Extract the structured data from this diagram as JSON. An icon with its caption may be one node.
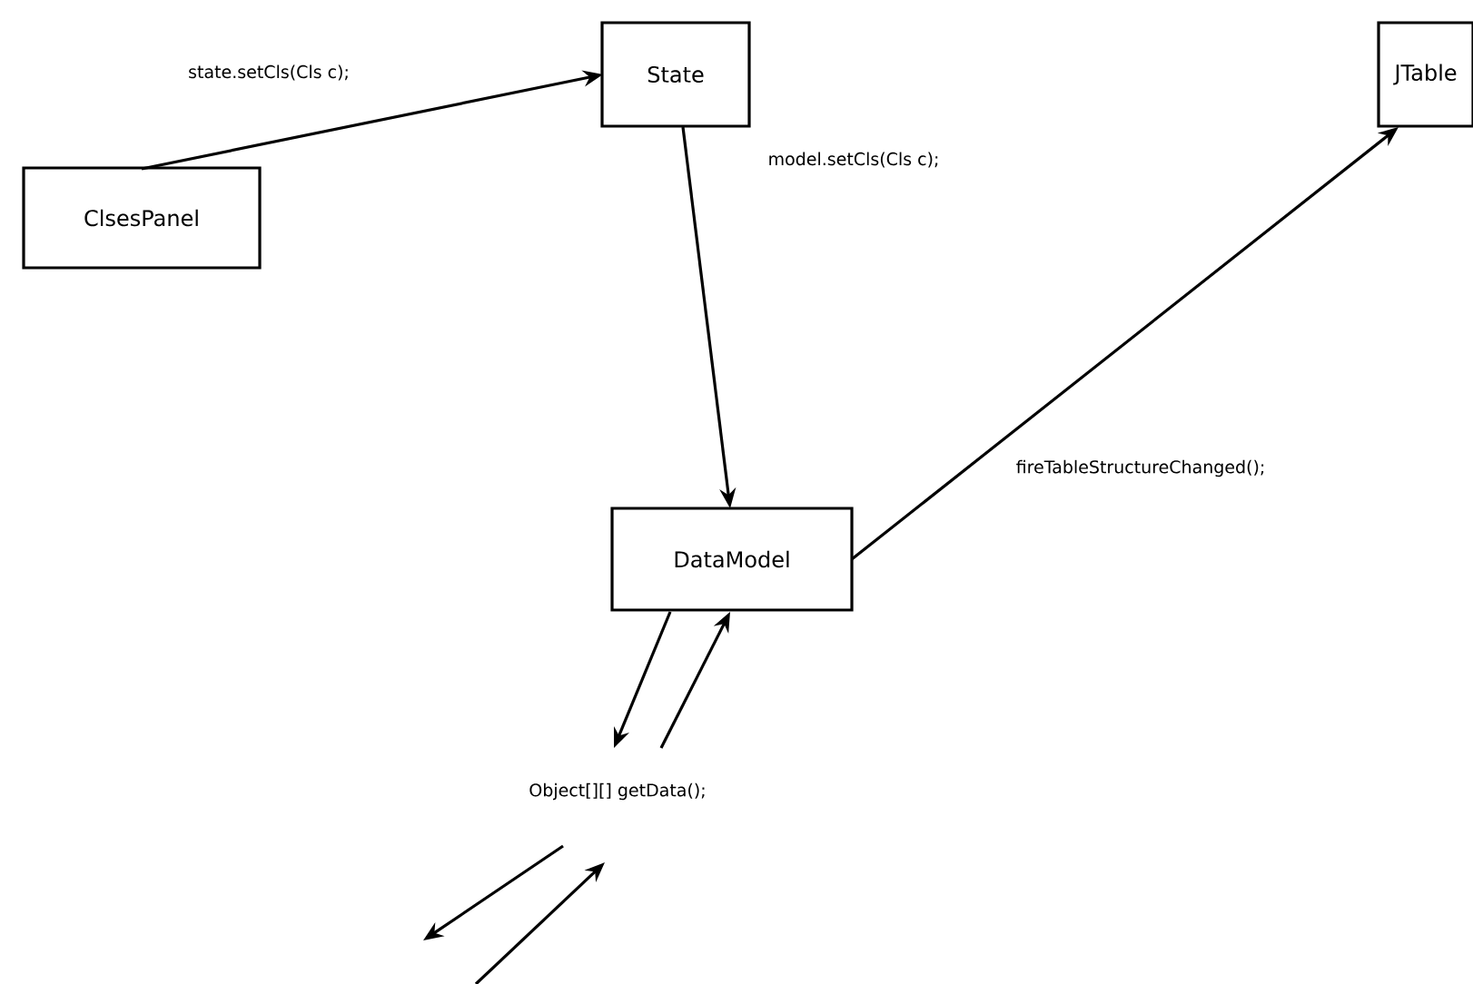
{
  "diagram": {
    "nodes": [
      {
        "text": [
          "ClsesPanel"
        ]
      },
      {
        "text": [
          "State"
        ]
      },
      {
        "text": [
          "JTable"
        ]
      },
      {
        "text": [
          "DataModel"
        ]
      },
      {
        "text": [
          "Object[][] getData();"
        ]
      }
    ],
    "edges": [
      {
        "from": 0,
        "to": 1,
        "arrow": "to",
        "label": "state.setCls(Cls c);"
      },
      {
        "from": 1,
        "to": 3,
        "arrow": "to",
        "label": "model.setCls(Cls c);"
      },
      {
        "from": 3,
        "to": 2,
        "arrow": "to",
        "label": "fireTableStructureChanged();"
      },
      {
        "from": 3,
        "to": 4,
        "arrow": "to"
      },
      {
        "from": 4,
        "to": 3,
        "arrow": "to"
      },
      {
        "from": 4,
        "to": null,
        "arrow": "to"
      },
      {
        "from": null,
        "to": 4,
        "arrow": "to"
      }
    ]
  }
}
